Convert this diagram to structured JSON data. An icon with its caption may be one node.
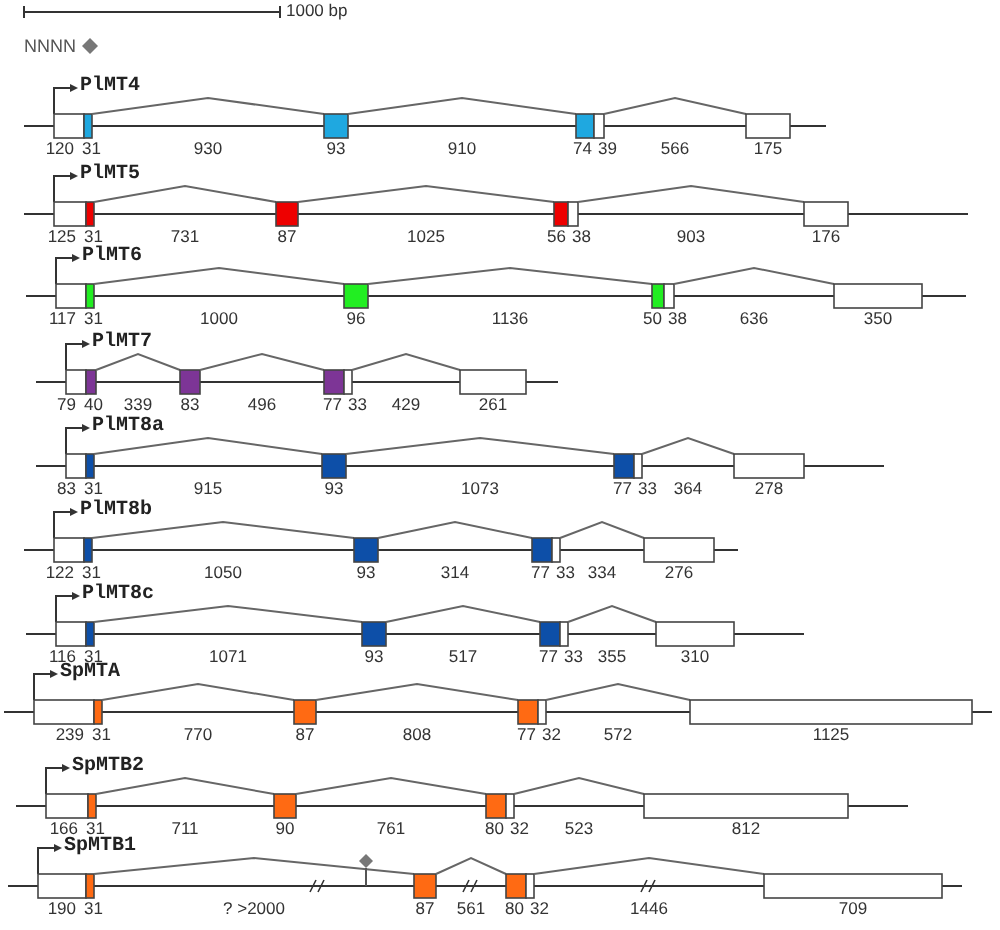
{
  "diagram": {
    "labels": [
      "1000 bp",
      "PlMT4",
      "120",
      "31",
      "930",
      "93",
      "910",
      "74",
      "39",
      "566",
      "175",
      "PlMT5",
      "125",
      "31",
      "731",
      "87",
      "1025",
      "56",
      "38",
      "903",
      "176",
      "PlMT6",
      "117",
      "31",
      "1000",
      "96",
      "1136",
      "50",
      "38",
      "636",
      "350",
      "PlMT7",
      "79",
      "40",
      "339",
      "83",
      "496",
      "77",
      "33",
      "429",
      "261",
      "PlMT8a",
      "83",
      "31",
      "915",
      "93",
      "1073",
      "77",
      "33",
      "364",
      "278",
      "PlMT8b",
      "122",
      "31",
      "1050",
      "93",
      "314",
      "77",
      "33",
      "334",
      "276",
      "PlMT8c",
      "116",
      "31",
      "1071",
      "93",
      "517",
      "77",
      "33",
      "355",
      "310",
      "SpMTA",
      "239",
      "31",
      "770",
      "87",
      "808",
      "77",
      "32",
      "572",
      "1125",
      "SpMTB2",
      "166",
      "31",
      "711",
      "90",
      "761",
      "80",
      "32",
      "523",
      "812",
      "SpMTB1",
      "190",
      "31",
      "? >2000",
      "87",
      "561",
      "80",
      "32",
      "1446",
      "709"
    ],
    "legend": [
      {
        "text": "NNNN"
      }
    ]
  }
}
